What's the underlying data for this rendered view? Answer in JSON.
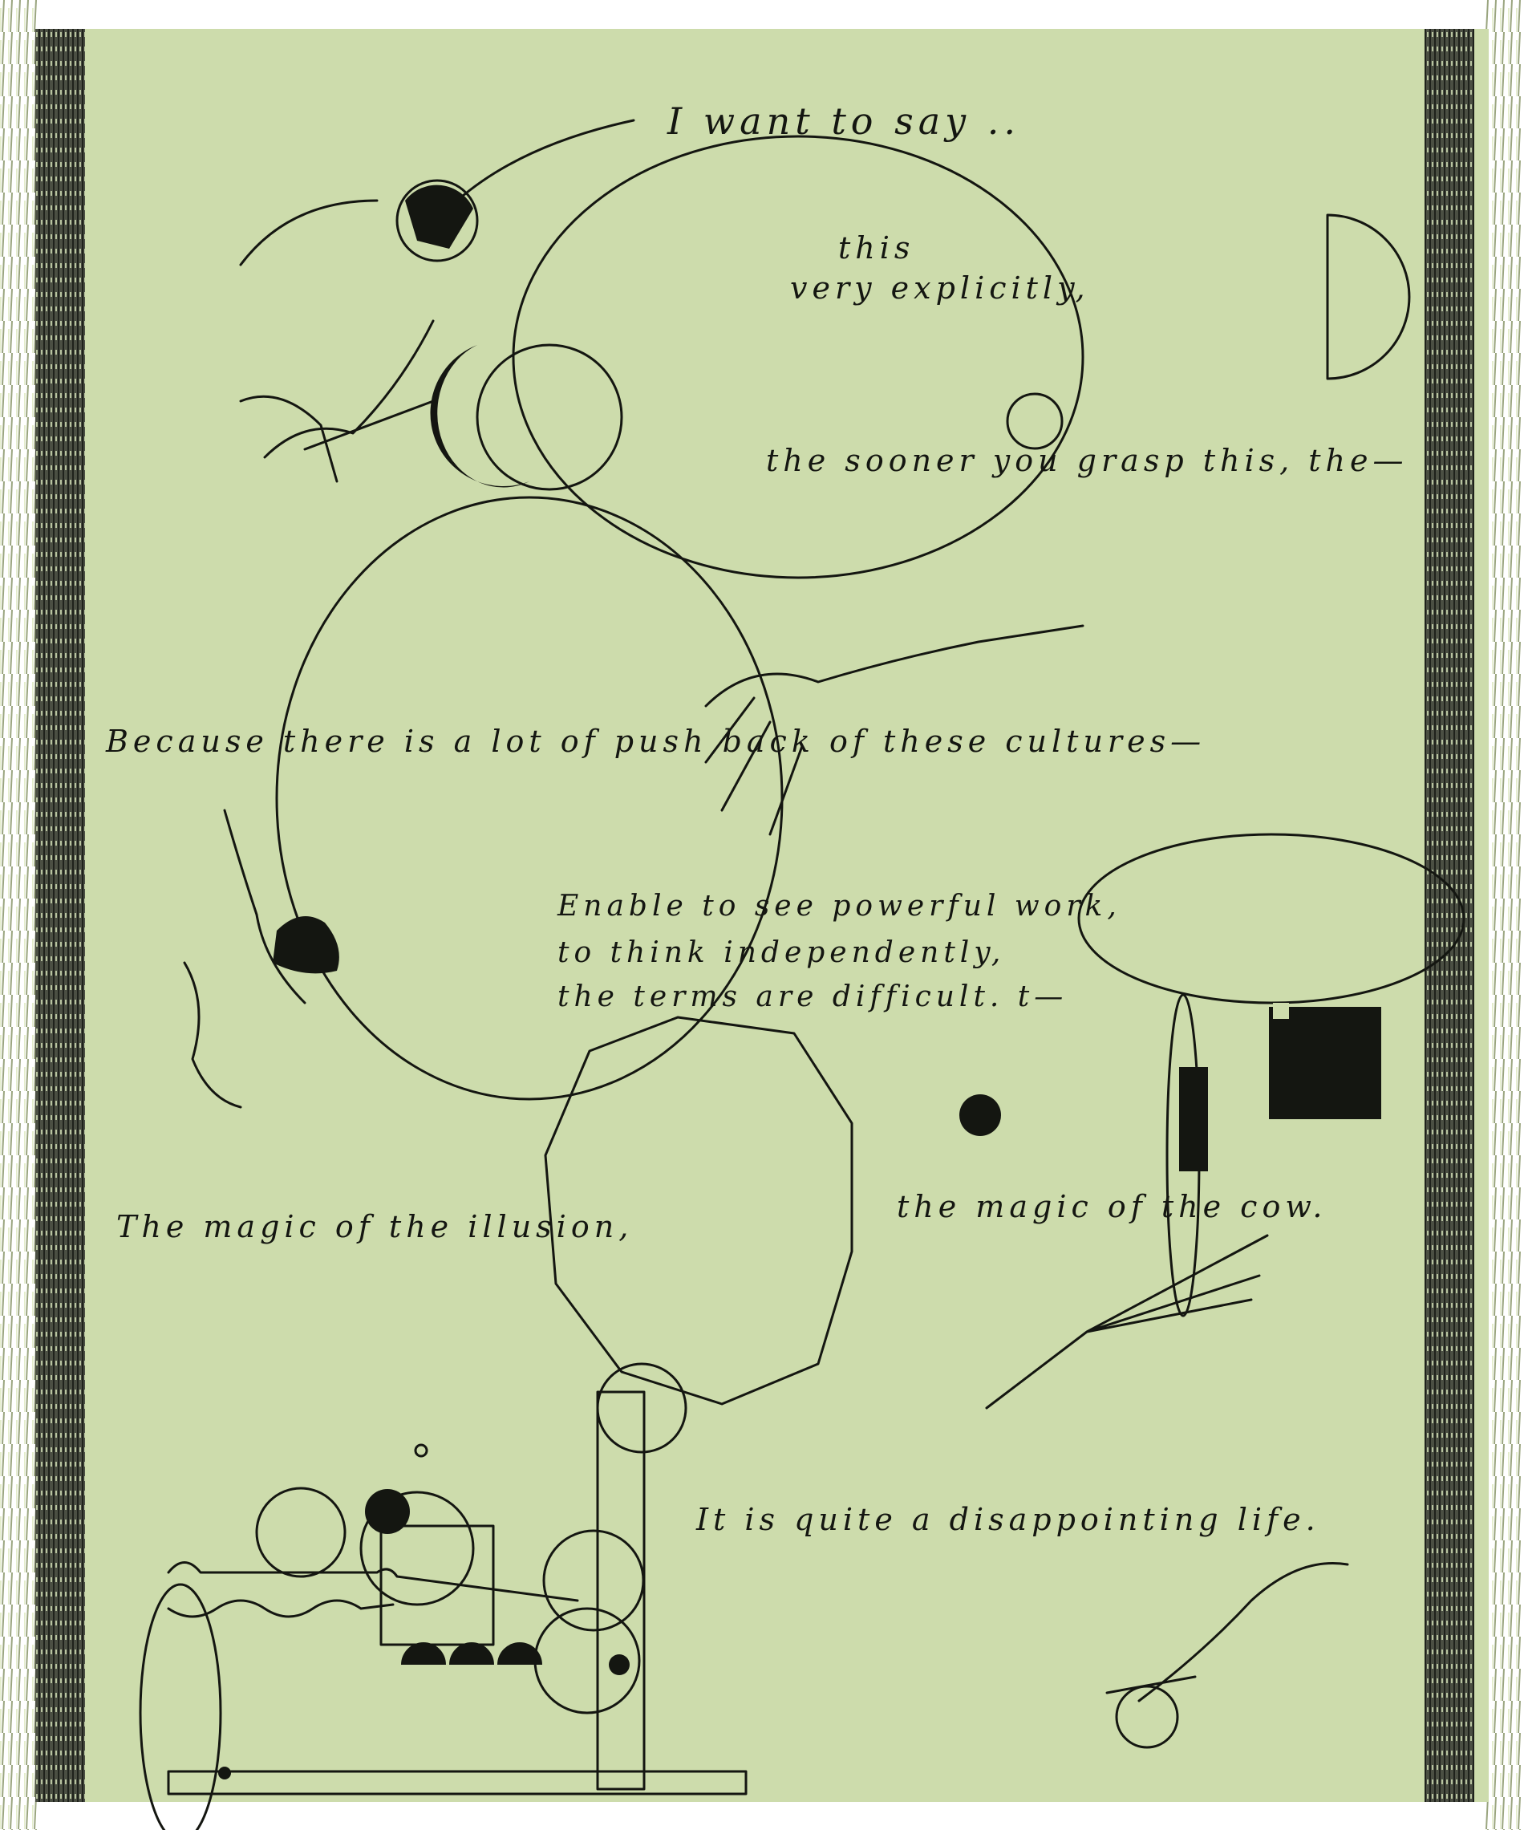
{
  "artwork": {
    "colors": {
      "background": "#ffffff",
      "textile": "#cddcac",
      "selvedge": "#45483e",
      "fringe": "#b9c79a",
      "ink": "#141611"
    },
    "handwriting": {
      "line1": "I want to say ..",
      "line2": "this",
      "line3": "very explicitly,",
      "line4": "the sooner you grasp this, the—",
      "line5": "Because there is a lot of push back of these cultures—",
      "line6": "Enable to see powerful work,",
      "line7": "to think independently,",
      "line8": "the terms are difficult. t—",
      "line9": "The magic of the illusion,",
      "line10": "the magic of the cow.",
      "line11": "It is quite a disappointing life."
    }
  }
}
